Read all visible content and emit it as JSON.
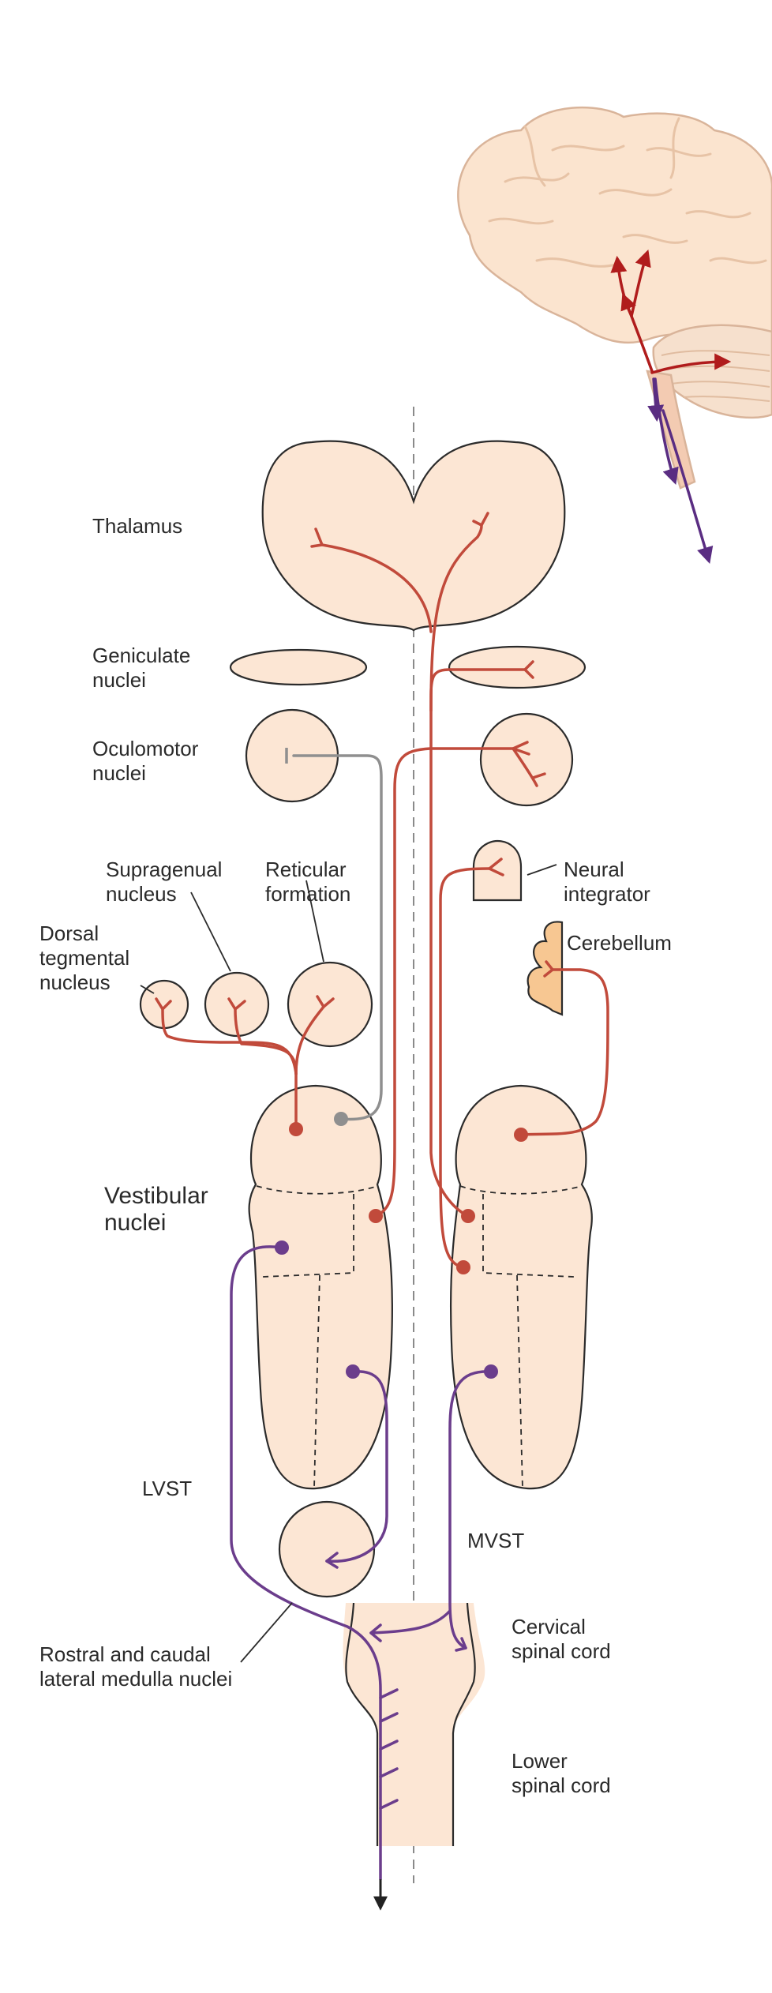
{
  "labels": {
    "thalamus": "Thalamus",
    "geniculate": "Geniculate\nnuclei",
    "oculomotor": "Oculomotor\nnuclei",
    "supragenual": "Supragenual\nnucleus",
    "reticular": "Reticular\nformation",
    "dorsal_tegmental": "Dorsal\ntegmental\nnucleus",
    "neural_integrator": "Neural\nintegrator",
    "cerebellum": "Cerebellum",
    "vestibular": "Vestibular\nnuclei",
    "lvst": "LVST",
    "mvst": "MVST",
    "rostral_caudal": "Rostral and caudal\nlateral medulla nuclei",
    "cervical": "Cervical\nspinal cord",
    "lower": "Lower\nspinal cord"
  },
  "colors": {
    "tissue": "#fce6d4",
    "cerebellum_fill": "#f7c792",
    "brain_fill": "#fbe4cf",
    "ascending_pathway": "#c14a3b",
    "descending_pathway": "#6b3d8c",
    "oculomotor_pathway": "#8f8f8f",
    "outline": "#2b2b2b",
    "midline": "#8a8a8a"
  }
}
